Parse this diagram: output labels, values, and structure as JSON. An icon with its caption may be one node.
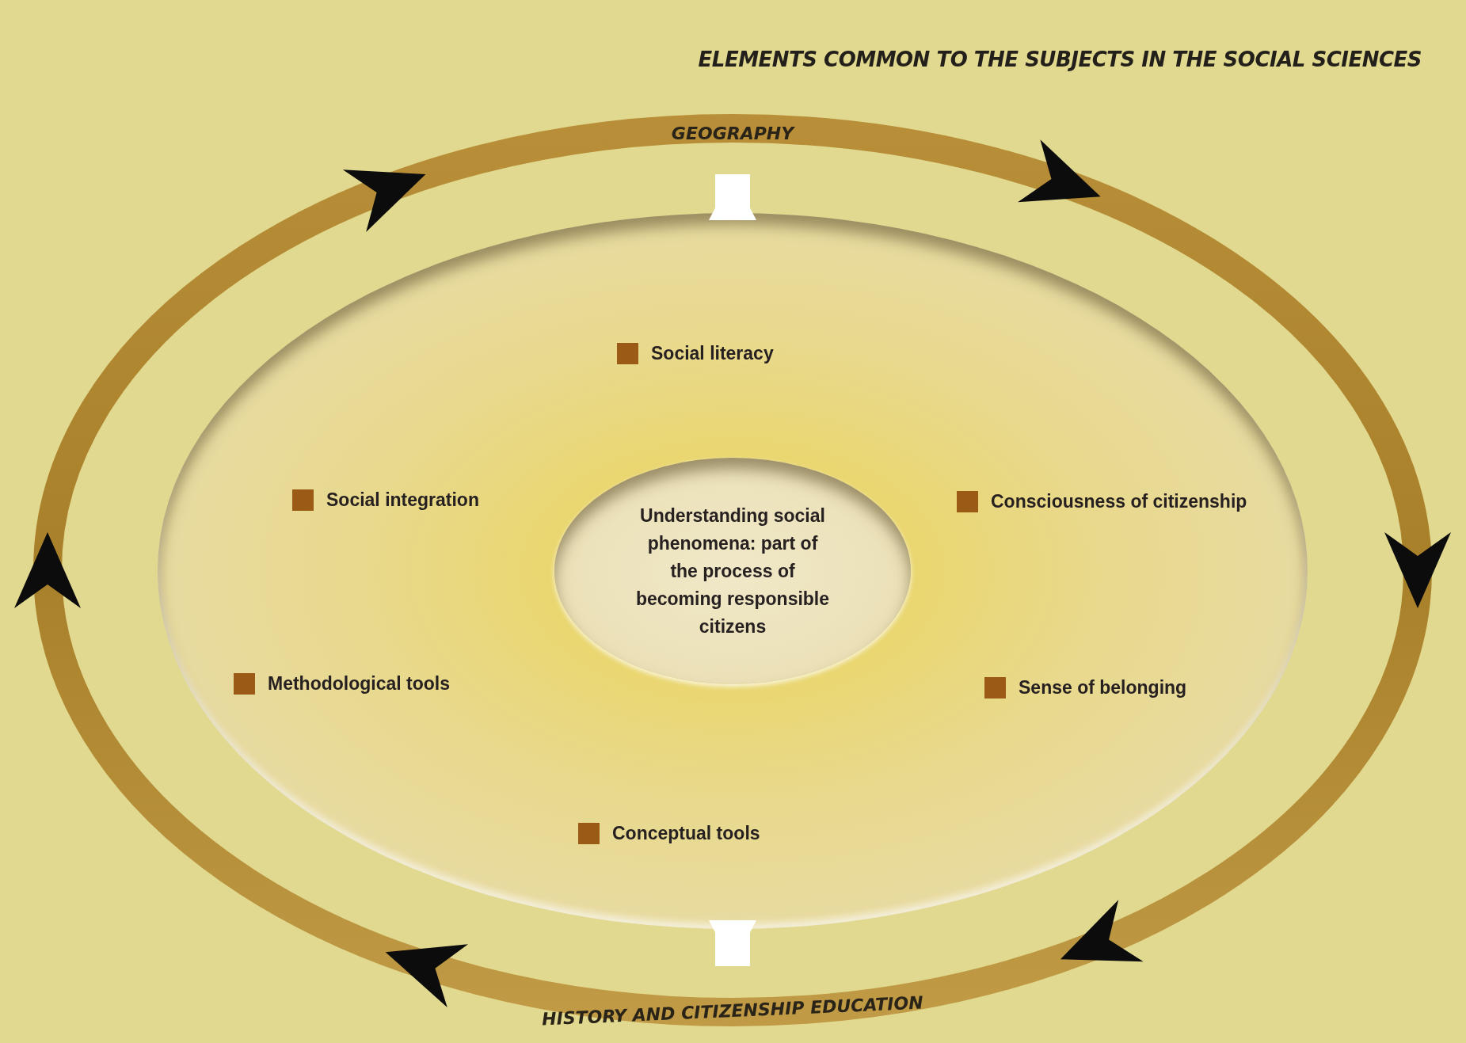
{
  "diagram": {
    "title": "ELEMENTS COMMON TO THE SUBJECTS IN THE SOCIAL SCIENCES",
    "nodes": [
      {
        "text": [
          "GEOGRAPHY",
          "HISTORY AND CITIZENSHIP EDUCATION"
        ]
      },
      {
        "text": [],
        "shape": "ellipse",
        "in": 0
      },
      {
        "text": [
          "Understanding social phenomena: part of the process of becoming responsible citizens"
        ],
        "in": 1
      }
    ],
    "edges": [
      {
        "from": 1,
        "to": 0,
        "arrow": "to"
      },
      {
        "from": 1,
        "to": 0,
        "arrow": "to"
      }
    ],
    "labels": [
      "Social literacy",
      "Social integration",
      "Consciousness of citizenship",
      "Methodological tools",
      "Sense of belonging",
      "Conceptual tools"
    ]
  }
}
